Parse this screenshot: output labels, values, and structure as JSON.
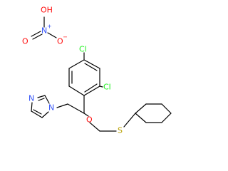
{
  "atom_colors": {
    "O": "#ff0d0d",
    "N": "#3050f8",
    "Cl": "#1ff01f",
    "S": "#b8a000",
    "C": "#000000"
  },
  "atoms": {
    "oh": "OH",
    "n_nitrate": "N",
    "o_nitrate_left": "O",
    "o_nitrate_right": "O",
    "cl_top": "Cl",
    "cl_right": "Cl",
    "n_imid_top": "N",
    "n_imid_attach": "N",
    "o_ether": "O",
    "s_thio": "S"
  },
  "charges": {
    "n_nitrate": "+",
    "o_nitrate_right": "−"
  }
}
